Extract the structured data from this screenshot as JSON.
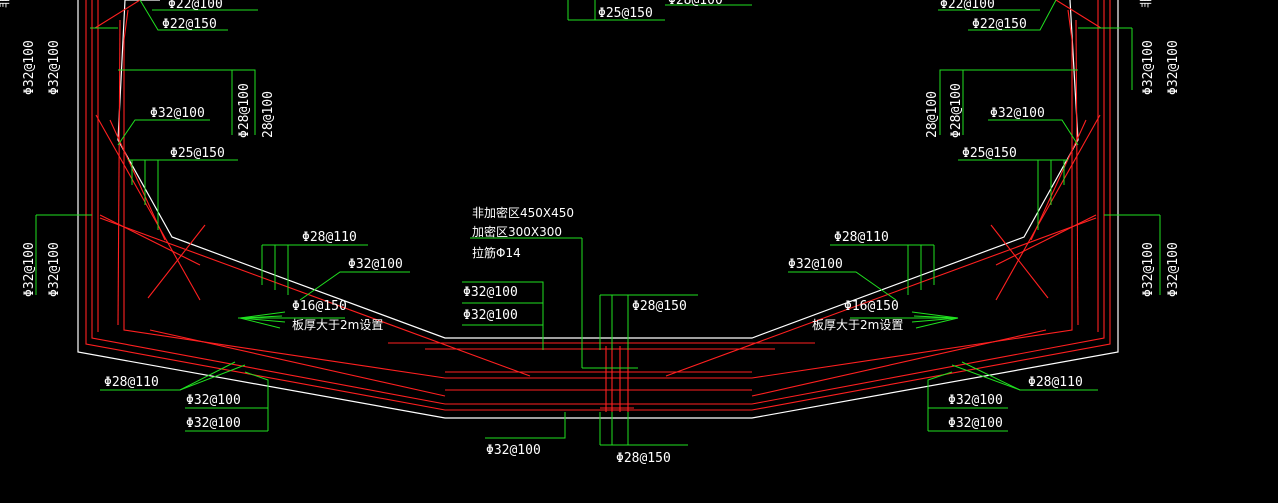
{
  "colors": {
    "background": "#000000",
    "outline": "#ffffff",
    "rebar": "#ff2020",
    "leader": "#20e020",
    "text": "#ffffff"
  },
  "labels": {
    "top_left_cut": "Φ22@100",
    "top_left_1": "Φ22@150",
    "top_center": "Φ25@150",
    "top_center_cut": "Φ28@100",
    "top_right_cut": "Φ22@100",
    "top_right_1": "Φ22@150",
    "left_v_1": "Φ32@100",
    "left_v_2": "Φ32@100",
    "left_v_3": "Φ32@100",
    "left_v_4": "Φ32@100",
    "left_mid_a": "Φ28@100",
    "left_mid_b": "28@100",
    "left_32": "Φ32@100",
    "left_25": "Φ25@150",
    "right_v_1": "Φ32@100",
    "right_v_2": "Φ32@100",
    "right_v_3": "Φ32@100",
    "right_v_4": "Φ32@100",
    "right_mid_a": "28@100",
    "right_mid_b": "Φ28@100",
    "right_32": "Φ32@100",
    "right_25": "Φ25@150",
    "center_note_1": "非加密区450X450",
    "center_note_2": "加密区300X300",
    "center_note_3": "拉筋Φ14",
    "left_28_110": "Φ28@110",
    "left_32_100b": "Φ32@100",
    "left_16_150": "Φ16@150",
    "left_note": "板厚大于2m设置",
    "right_28_110": "Φ28@110",
    "right_32_100b": "Φ32@100",
    "right_16_150": "Φ16@150",
    "right_note": "板厚大于2m设置",
    "center_32_a": "Φ32@100",
    "center_32_b": "Φ32@100",
    "center_28_150": "Φ28@150",
    "bl_28_110": "Φ28@110",
    "bl_32_a": "Φ32@100",
    "bl_32_b": "Φ32@100",
    "bottom_32": "Φ32@100",
    "bottom_28_150": "Φ28@150",
    "br_28_110": "Φ28@110",
    "br_32_a": "Φ32@100",
    "br_32_b": "Φ32@100",
    "left_edge_cut": "非 拉",
    "right_edge_cut": "非 拉"
  }
}
